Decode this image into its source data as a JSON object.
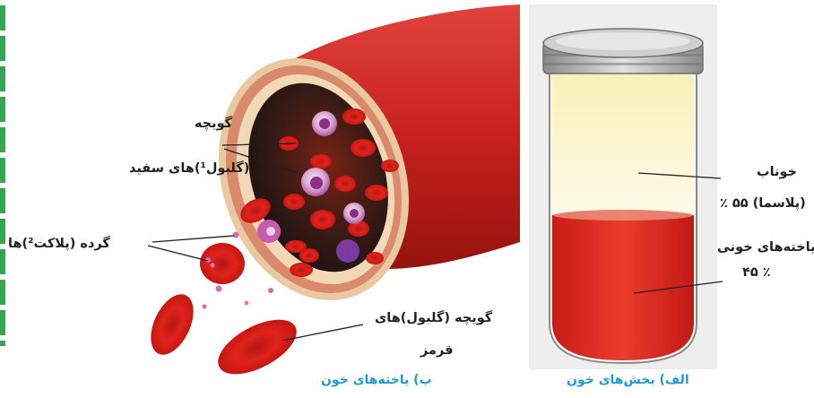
{
  "panel_a": {
    "caption": "الف) بخش‌های خون",
    "plasma_label": "خوناب",
    "plasma_sub": "(پلاسما) ۵۵ ٪",
    "cells_label": "یاخته‌های خونی",
    "cells_sub": "٪ ۴۵"
  },
  "panel_b": {
    "caption": "ب) یاخته‌های خون",
    "wbc_label_line1": "گویچه",
    "wbc_label_line2": "(گلبول¹)های سفید",
    "platelet_label": "گرده (پلاکت²)ها",
    "rbc_label_line1": "گویچه (گلبول)های",
    "rbc_label_line2": "قرمز"
  },
  "colors": {
    "caption": "#1f9ad6",
    "blood": "#d8201b",
    "plasma": "#fbf3c4",
    "wbc": "#b34fa8",
    "stripe": "#2fa84f"
  }
}
